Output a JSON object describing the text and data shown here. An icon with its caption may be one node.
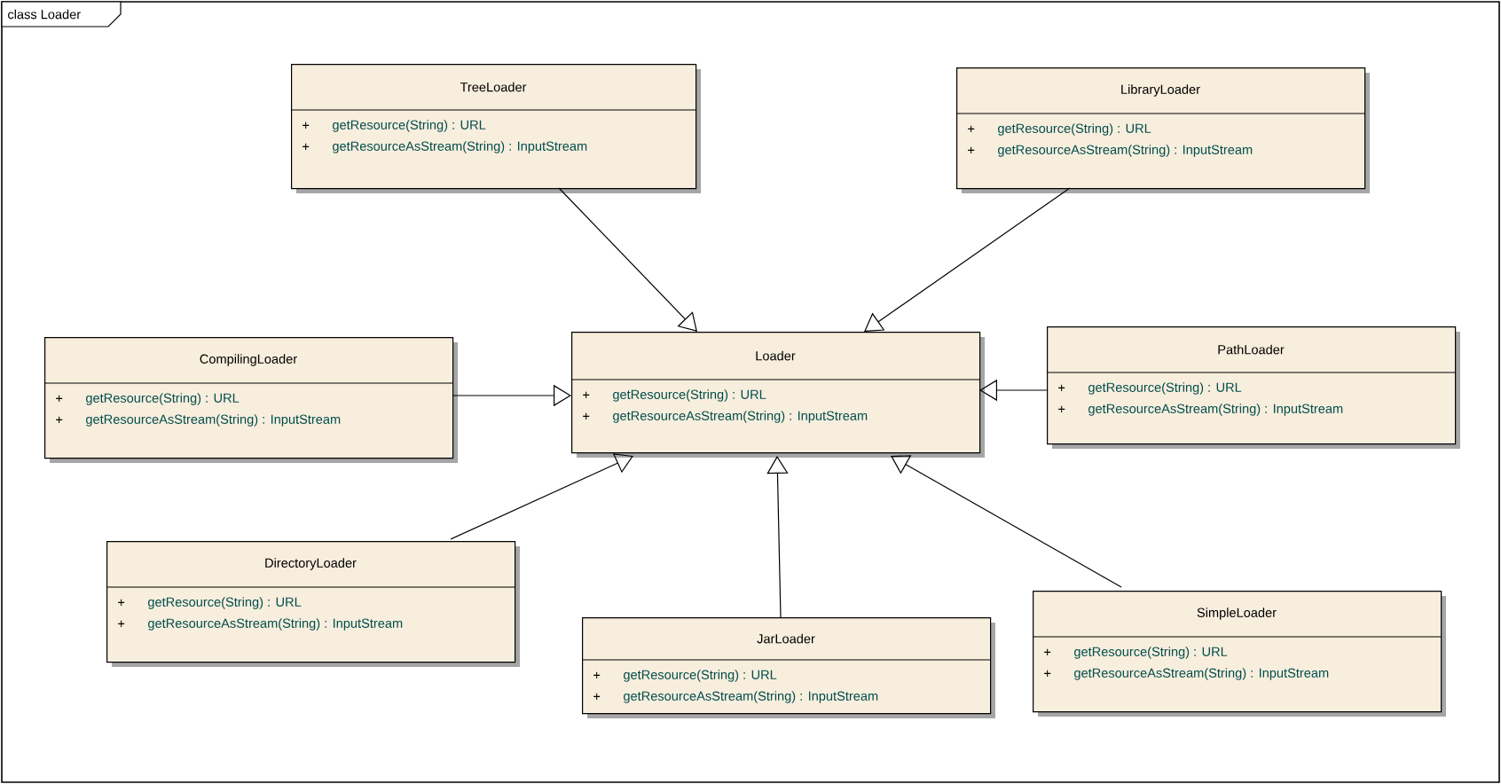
{
  "diagram": {
    "title": "class Loader",
    "nodes": [
      {
        "text": [
          "TreeLoader",
          "+",
          "getResource(String) : URL",
          "+",
          "getResourceAsStream(String) : InputStream"
        ]
      },
      {
        "text": [
          "LibraryLoader",
          "+",
          "getResource(String) : URL",
          "+",
          "getResourceAsStream(String) : InputStream"
        ]
      },
      {
        "text": [
          "CompilingLoader",
          "+",
          "getResource(String) : URL",
          "+",
          "getResourceAsStream(String) : InputStream"
        ]
      },
      {
        "text": [
          "Loader",
          "+",
          "getResource(String) : URL",
          "+",
          "getResourceAsStream(String) : InputStream"
        ]
      },
      {
        "text": [
          "PathLoader",
          "+",
          "getResource(String) : URL",
          "+",
          "getResourceAsStream(String) : InputStream"
        ]
      },
      {
        "text": [
          "DirectoryLoader",
          "+",
          "getResource(String) : URL",
          "+",
          "getResourceAsStream(String) : InputStream"
        ]
      },
      {
        "text": [
          "JarLoader",
          "+",
          "getResource(String) : URL",
          "+",
          "getResourceAsStream(String) : InputStream"
        ]
      },
      {
        "text": [
          "SimpleLoader",
          "+",
          "getResource(String) : URL",
          "+",
          "getResourceAsStream(String) : InputStream"
        ]
      }
    ],
    "edges": [
      {
        "from": 0,
        "to": 3,
        "arrow": "to"
      },
      {
        "from": 1,
        "to": 3,
        "arrow": "to"
      },
      {
        "from": 2,
        "to": 3,
        "arrow": "to"
      },
      {
        "from": 4,
        "to": 3,
        "arrow": "to"
      },
      {
        "from": 5,
        "to": 3,
        "arrow": "to"
      },
      {
        "from": 6,
        "to": 3,
        "arrow": "to"
      },
      {
        "from": 7,
        "to": 3,
        "arrow": "to"
      }
    ]
  }
}
